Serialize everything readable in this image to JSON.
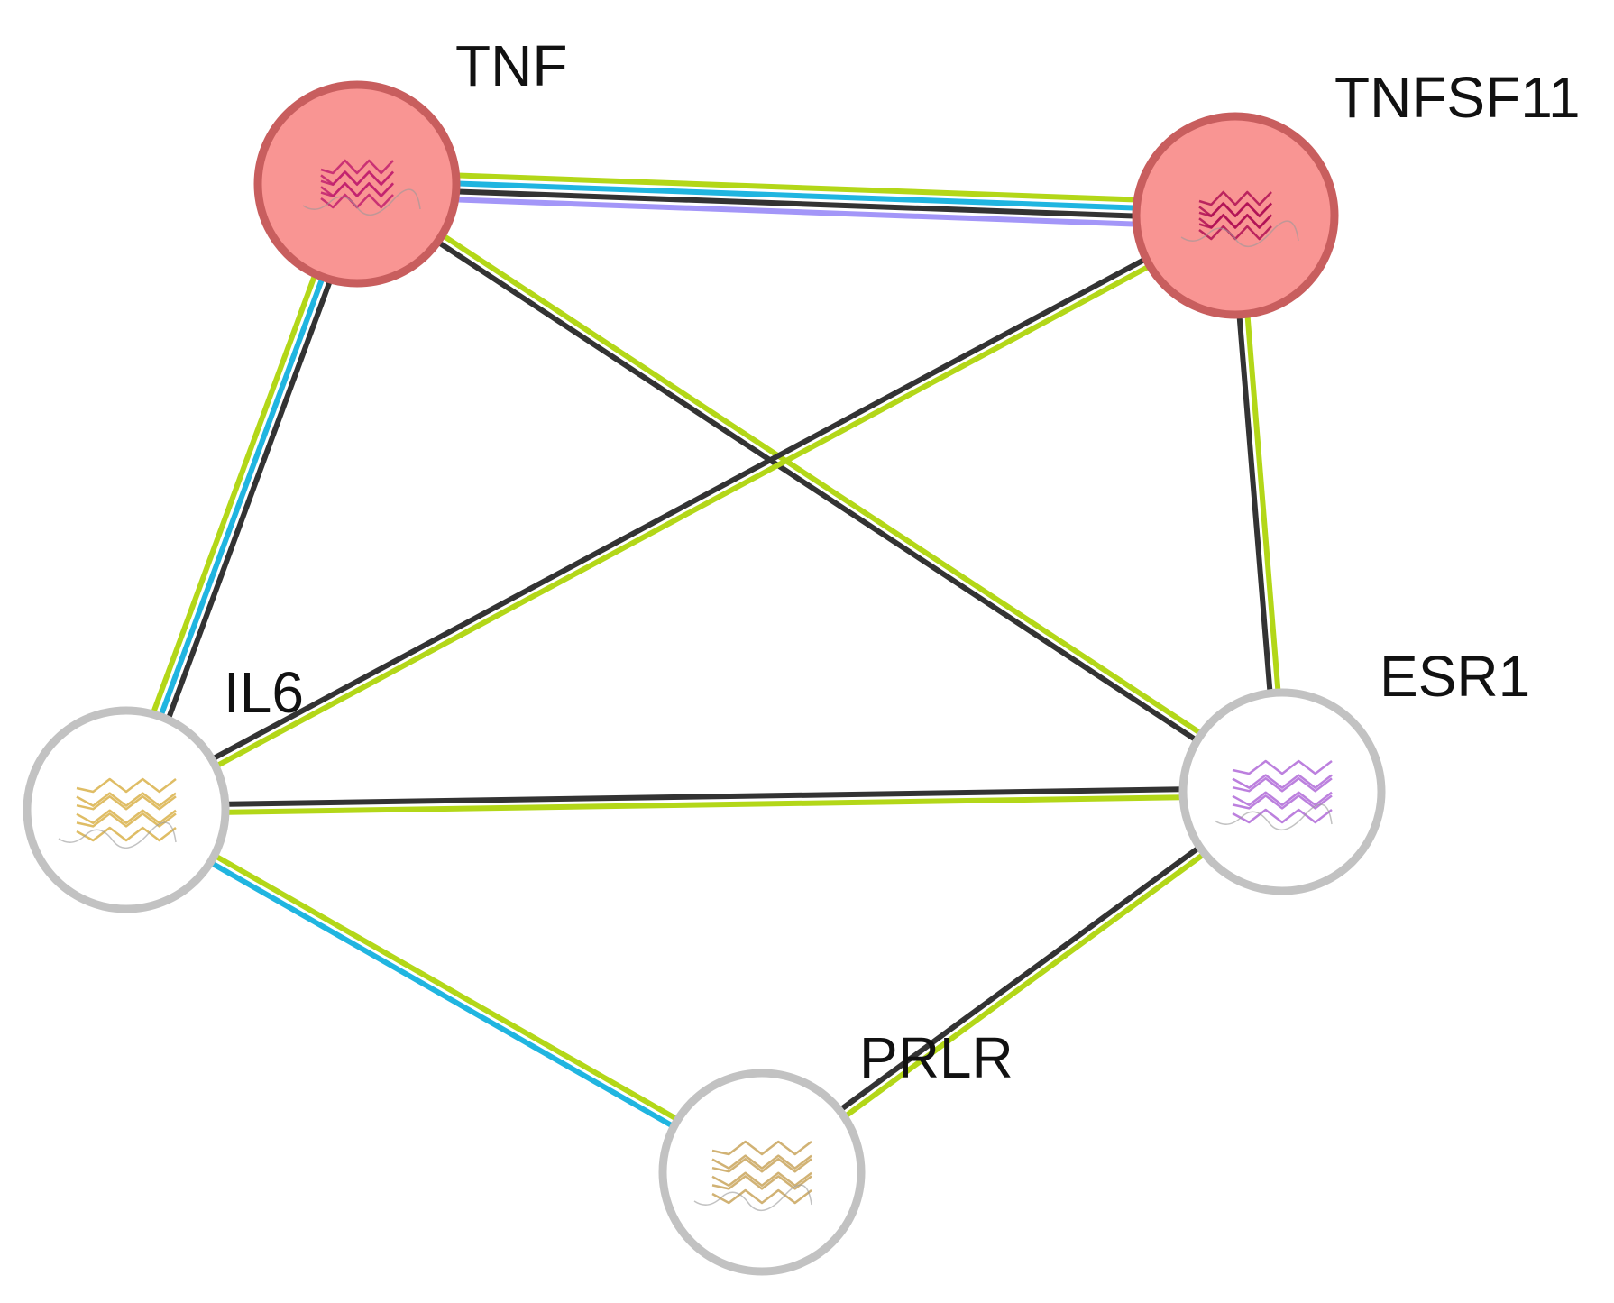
{
  "network": {
    "colors": {
      "highlight_fill": "#f99593",
      "highlight_stroke": "#c85e5e",
      "plain_fill": "#ffffff",
      "plain_stroke": "#c2c2c2",
      "textmining": "#b3d718",
      "coexpression": "#333333",
      "databases": "#20b5e0",
      "homology": "#a396f8"
    },
    "nodes": [
      {
        "id": "TNF",
        "label": "TNF",
        "highlighted": true,
        "structure_color": "#c2216f",
        "structure_icon": "protein-structure-icon"
      },
      {
        "id": "TNFSF11",
        "label": "TNFSF11",
        "highlighted": true,
        "structure_color": "#b01055",
        "structure_icon": "protein-structure-icon"
      },
      {
        "id": "IL6",
        "label": "IL6",
        "highlighted": false,
        "structure_color": "#d9b14a",
        "structure_icon": "protein-structure-icon"
      },
      {
        "id": "ESR1",
        "label": "ESR1",
        "highlighted": false,
        "structure_color": "#b06ad8",
        "structure_icon": "protein-structure-icon"
      },
      {
        "id": "PRLR",
        "label": "PRLR",
        "highlighted": false,
        "structure_color": "#c9a55c",
        "structure_icon": "protein-structure-icon"
      }
    ],
    "edges": [
      {
        "source": "TNF",
        "target": "TNFSF11",
        "evidence": [
          "textmining",
          "databases",
          "coexpression",
          "homology"
        ]
      },
      {
        "source": "TNF",
        "target": "IL6",
        "evidence": [
          "coexpression",
          "databases",
          "textmining"
        ]
      },
      {
        "source": "TNF",
        "target": "ESR1",
        "evidence": [
          "textmining",
          "coexpression"
        ]
      },
      {
        "source": "TNFSF11",
        "target": "IL6",
        "evidence": [
          "textmining",
          "coexpression"
        ]
      },
      {
        "source": "TNFSF11",
        "target": "ESR1",
        "evidence": [
          "textmining",
          "coexpression"
        ]
      },
      {
        "source": "IL6",
        "target": "ESR1",
        "evidence": [
          "coexpression",
          "textmining"
        ]
      },
      {
        "source": "IL6",
        "target": "PRLR",
        "evidence": [
          "textmining",
          "databases"
        ]
      },
      {
        "source": "ESR1",
        "target": "PRLR",
        "evidence": [
          "textmining",
          "coexpression"
        ]
      }
    ]
  }
}
